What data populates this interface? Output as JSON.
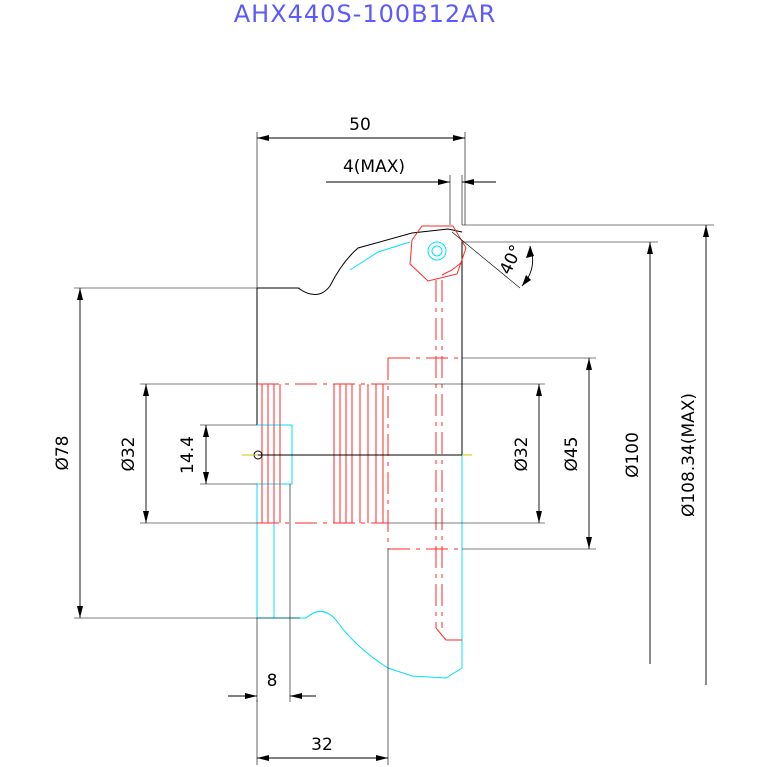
{
  "title": "AHX440S-100B12AR",
  "colors": {
    "title": "#5a5aff",
    "dimension": "#000000",
    "red_outline": "#ff2a2a",
    "cyan_outline": "#00e0ff",
    "centerline": "#d6c400"
  },
  "dimensions": {
    "width_50": "50",
    "gap_4max": "4(MAX)",
    "angle_40": "40°",
    "dia_78": "Ø78",
    "dia_32_left": "Ø32",
    "bore_14_4": "14.4",
    "dia_32_right": "Ø32",
    "dia_45": "Ø45",
    "dia_100": "Ø100",
    "dia_108_34": "Ø108.34(MAX)",
    "len_8": "8",
    "len_32": "32"
  }
}
